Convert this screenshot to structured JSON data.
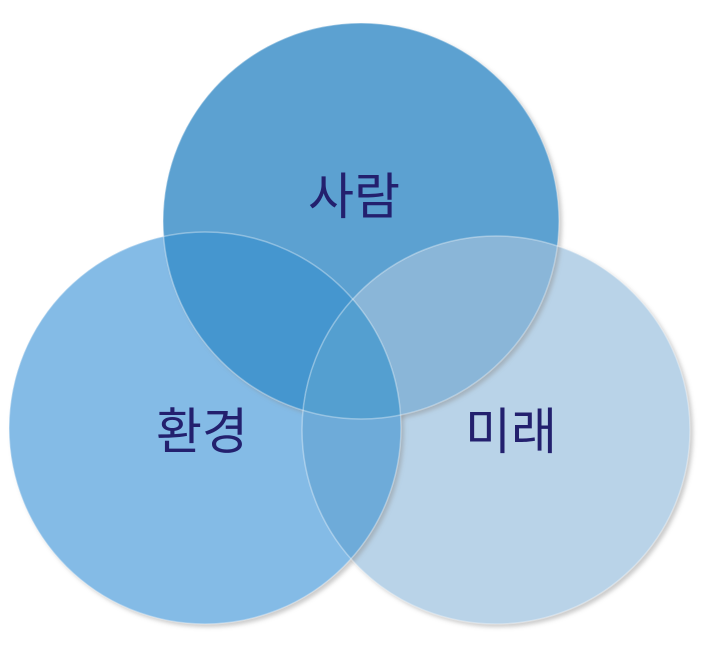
{
  "diagram": {
    "type": "venn",
    "label_color": "#23206e",
    "circles": [
      {
        "id": "top",
        "label": "사람",
        "color": "#5ca1d1"
      },
      {
        "id": "left",
        "label": "환경",
        "color": "#84bbe6"
      },
      {
        "id": "right",
        "label": "미래",
        "color": "#b9d3e8"
      }
    ],
    "overlap_colors": {
      "top_left": "#4596cf",
      "top_right": "#8ab6d8",
      "left_right": "#6eabd9",
      "center": "#549fd0"
    }
  }
}
